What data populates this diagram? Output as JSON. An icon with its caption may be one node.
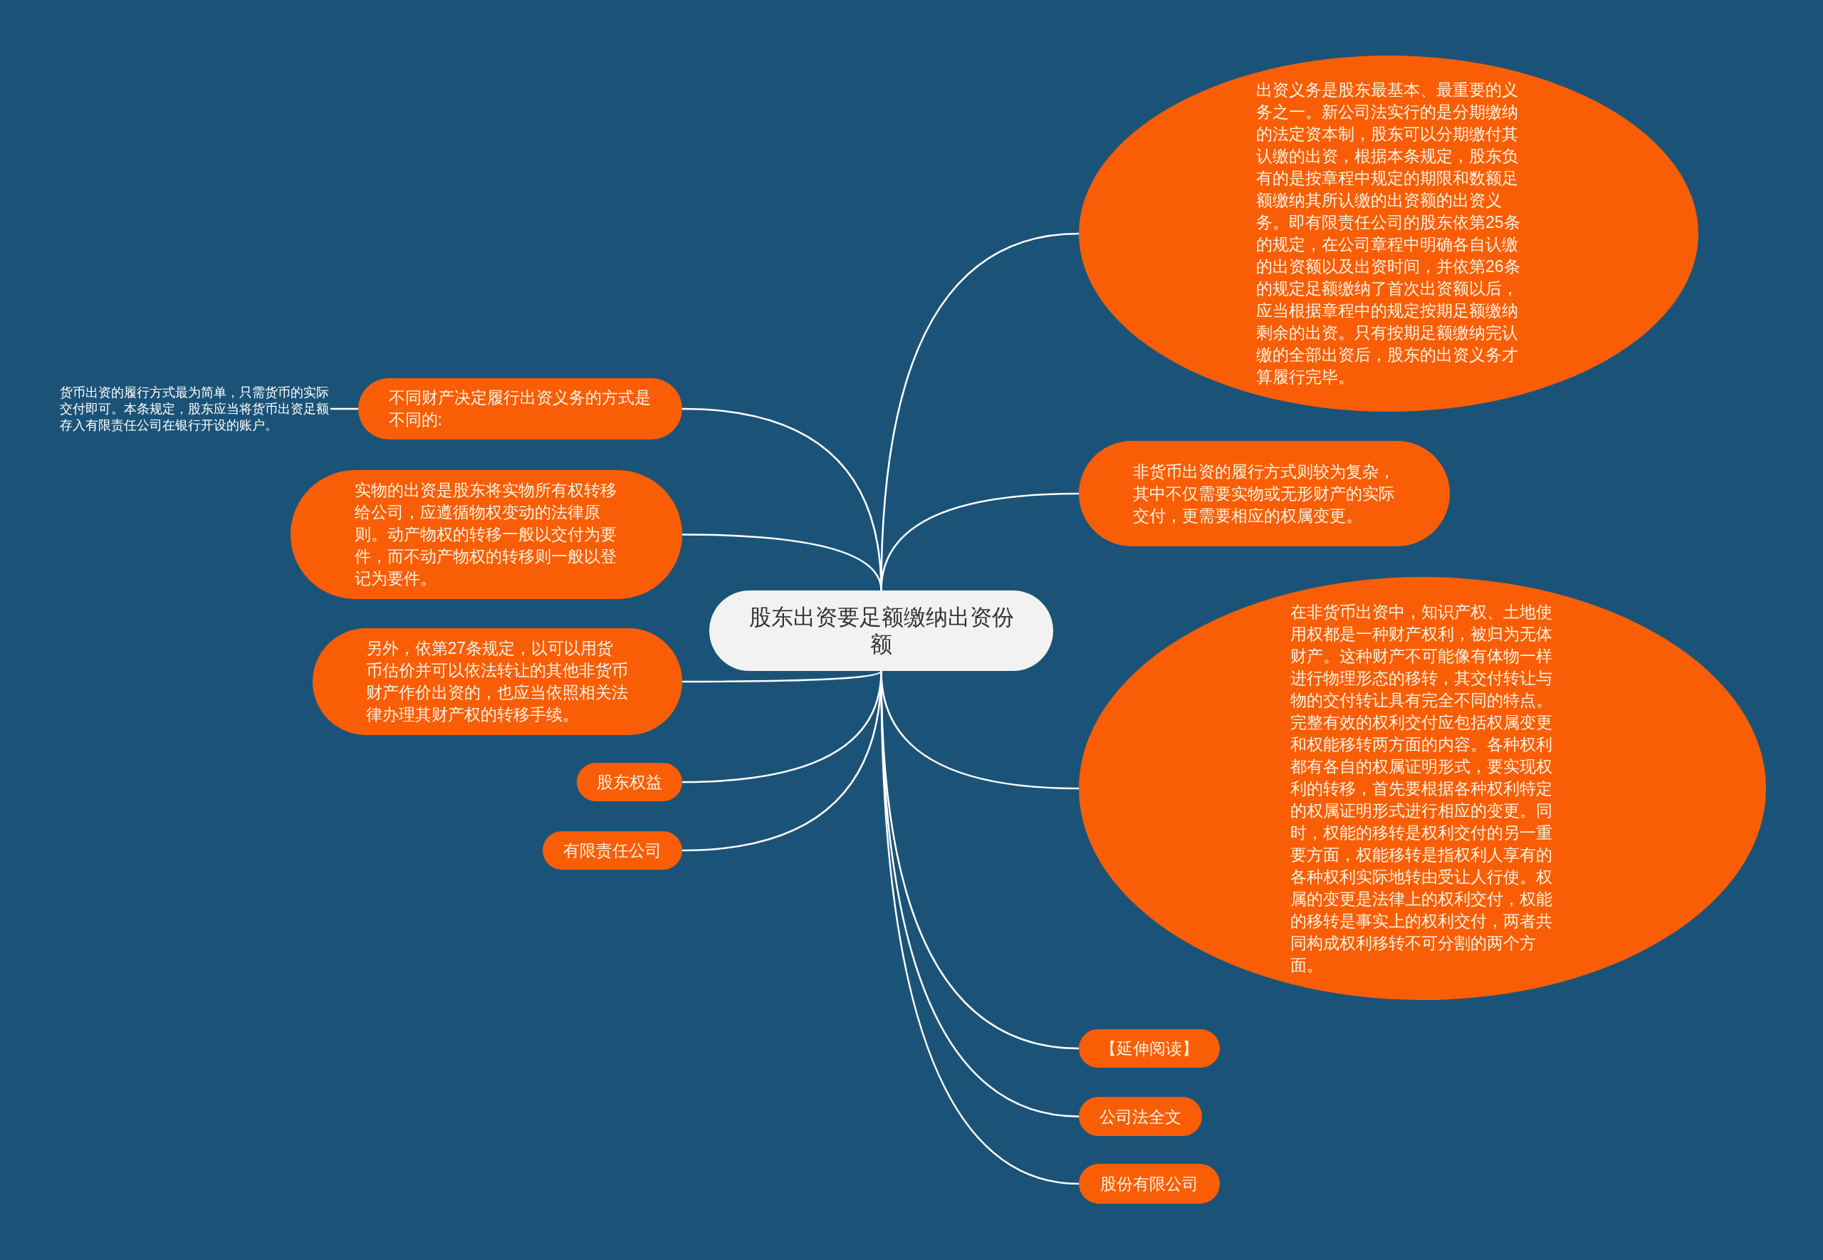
{
  "diagram": {
    "nodes": [
      {
        "text": [
          "股东出资要足额缴纳出资份额"
        ]
      },
      {
        "text": [
          "不同财产决定履行出资义务的方式是不同的:"
        ]
      },
      {
        "text": [
          "货币出资的履行方式最为简单，只需货币的实际交付即可。本条规定，股东应当将货币出资足额存入有限责任公司在银行开设的账户。"
        ]
      },
      {
        "text": [
          "实物的出资是股东将实物所有权转移给公司，应遵循物权变动的法律原则。动产物权的转移一般以交付为要件，而不动产物权的转移则一般以登记为要件。"
        ]
      },
      {
        "text": [
          "另外，依第27条规定，以可以用货币估价并可以依法转让的其他非货币财产作价出资的，也应当依照相关法律办理其财产权的转移手续。"
        ]
      },
      {
        "text": [
          "股东权益"
        ]
      },
      {
        "text": [
          "有限责任公司"
        ]
      },
      {
        "text": [
          "出资义务是股东最基本、最重要的义务之一。新公司法实行的是分期缴纳的法定资本制，股东可以分期缴付其认缴的出资，根据本条规定，股东负有的是按章程中规定的期限和数额足额缴纳其所认缴的出资额的出资义务。即有限责任公司的股东依第25条的规定，在公司章程中明确各自认缴的出资额以及出资时间，并依第26条的规定足额缴纳了首次出资额以后，应当根据章程中的规定按期足额缴纳剩余的出资。只有按期足额缴纳完认缴的全部出资后，股东的出资义务才算履行完毕。"
        ]
      },
      {
        "text": [
          "非货币出资的履行方式则较为复杂，其中不仅需要实物或无形财产的实际交付，更需要相应的权属变更。"
        ]
      },
      {
        "text": [
          "在非货币出资中，知识产权、土地使用权都是一种财产权利，被归为无体财产。这种财产不可能像有体物一样进行物理形态的移转，其交付转让与物的交付转让具有完全不同的特点。完整有效的权利交付应包括权属变更和权能移转两方面的内容。各种权利都有各自的权属证明形式，要实现权利的转移，首先要根据各种权利特定的权属证明形式进行相应的变更。同时，权能的移转是权利交付的另一重要方面，权能移转是指权利人享有的各种权利实际地转由受让人行使。权属的变更是法律上的权利交付，权能的移转是事实上的权利交付，两者共同构成权利移转不可分割的两个方面。"
        ]
      },
      {
        "text": [
          "【延伸阅读】"
        ]
      },
      {
        "text": [
          "公司法全文"
        ]
      },
      {
        "text": [
          "股份有限公司"
        ]
      }
    ],
    "edges": [
      {
        "from": 0,
        "to": 1,
        "arrow": "none"
      },
      {
        "from": 1,
        "to": 2,
        "arrow": "none"
      },
      {
        "from": 0,
        "to": 3,
        "arrow": "none"
      },
      {
        "from": 0,
        "to": 4,
        "arrow": "none"
      },
      {
        "from": 0,
        "to": 5,
        "arrow": "none"
      },
      {
        "from": 0,
        "to": 6,
        "arrow": "none"
      },
      {
        "from": 0,
        "to": 7,
        "arrow": "none"
      },
      {
        "from": 0,
        "to": 8,
        "arrow": "none"
      },
      {
        "from": 0,
        "to": 9,
        "arrow": "none"
      },
      {
        "from": 0,
        "to": 10,
        "arrow": "none"
      },
      {
        "from": 0,
        "to": 11,
        "arrow": "none"
      },
      {
        "from": 0,
        "to": 12,
        "arrow": "none"
      }
    ]
  }
}
